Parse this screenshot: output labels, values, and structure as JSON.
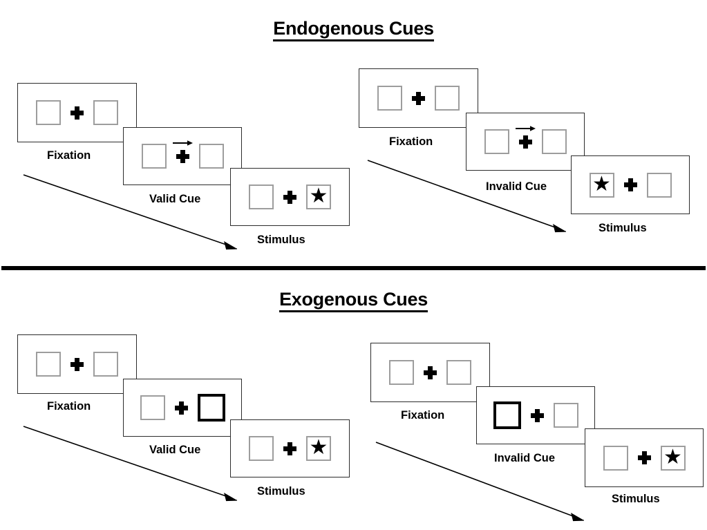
{
  "figure": {
    "title_top": "Endogenous Cues",
    "title_bottom": "Exogenous Cues"
  },
  "sections": [
    {
      "id": "endogenous",
      "title": "Endogenous Cues",
      "columns": [
        {
          "id": "endogenous-valid",
          "frames": [
            {
              "label": "Fixation",
              "left_box": "empty",
              "right_box": "empty",
              "arrow": "none"
            },
            {
              "label": "Valid Cue",
              "left_box": "empty",
              "right_box": "empty",
              "arrow": "right"
            },
            {
              "label": "Stimulus",
              "left_box": "empty",
              "right_box": "star",
              "arrow": "none"
            }
          ]
        },
        {
          "id": "endogenous-invalid",
          "frames": [
            {
              "label": "Fixation",
              "left_box": "empty",
              "right_box": "empty",
              "arrow": "none"
            },
            {
              "label": "Invalid Cue",
              "left_box": "empty",
              "right_box": "empty",
              "arrow": "right"
            },
            {
              "label": "Stimulus",
              "left_box": "star",
              "right_box": "empty",
              "arrow": "none"
            }
          ]
        }
      ]
    },
    {
      "id": "exogenous",
      "title": "Exogenous Cues",
      "columns": [
        {
          "id": "exogenous-valid",
          "frames": [
            {
              "label": "Fixation",
              "left_box": "empty",
              "right_box": "empty",
              "arrow": "none"
            },
            {
              "label": "Valid Cue",
              "left_box": "empty",
              "right_box": "highlight",
              "arrow": "none"
            },
            {
              "label": "Stimulus",
              "left_box": "empty",
              "right_box": "star",
              "arrow": "none"
            }
          ]
        },
        {
          "id": "exogenous-invalid",
          "frames": [
            {
              "label": "Fixation",
              "left_box": "empty",
              "right_box": "empty",
              "arrow": "none"
            },
            {
              "label": "Invalid Cue",
              "left_box": "highlight",
              "right_box": "empty",
              "arrow": "none"
            },
            {
              "label": "Stimulus",
              "left_box": "empty",
              "right_box": "star",
              "arrow": "none"
            }
          ]
        }
      ]
    }
  ],
  "glyphs": {
    "star": "★",
    "fixation_cross": "plus-cross",
    "cue_arrow": "right-arrow",
    "flow_arrow": "diagonal-down-right-arrow"
  },
  "colors": {
    "background": "#ffffff",
    "ink": "#000000",
    "panel_border": "#2b2b2b",
    "box_border": "#9d9d9d",
    "highlight_box_border": "#000000",
    "divider": "#000000"
  },
  "labels": {
    "fixation": "Fixation",
    "valid_cue": "Valid Cue",
    "invalid_cue": "Invalid Cue",
    "stimulus": "Stimulus"
  }
}
